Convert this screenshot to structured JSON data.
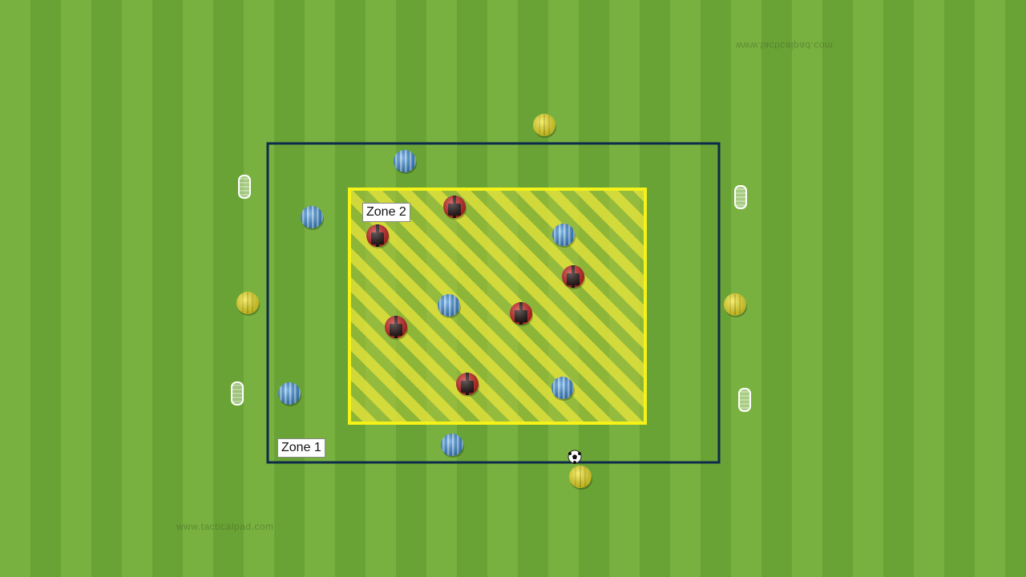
{
  "zones": {
    "zone1_label": "Zone 1",
    "zone2_label": "Zone 2"
  },
  "watermarks": {
    "top_right": "www.tacticalpad.com",
    "bottom_left": "www.tacticalpad.com"
  },
  "colors": {
    "zone1_border": "#0d2a4a",
    "zone2_border": "#f5f21a",
    "zone2_hatch": "#e8e43a",
    "team_blue": "#3a8bd6",
    "team_red": "#c9221e",
    "team_yellow": "#f3e726",
    "goal": "#ffffff"
  },
  "players": [
    {
      "team": "blue",
      "icon": "blue-striped-player-icon"
    },
    {
      "team": "blue",
      "icon": "blue-striped-player-icon"
    },
    {
      "team": "blue",
      "icon": "blue-striped-player-icon"
    },
    {
      "team": "blue",
      "icon": "blue-striped-player-icon"
    },
    {
      "team": "blue",
      "icon": "blue-striped-player-icon"
    },
    {
      "team": "blue",
      "icon": "blue-striped-player-icon"
    },
    {
      "team": "blue",
      "icon": "blue-striped-player-icon"
    },
    {
      "team": "red",
      "icon": "red-black-player-icon"
    },
    {
      "team": "red",
      "icon": "red-black-player-icon"
    },
    {
      "team": "red",
      "icon": "red-black-player-icon"
    },
    {
      "team": "red",
      "icon": "red-black-player-icon"
    },
    {
      "team": "red",
      "icon": "red-black-player-icon"
    },
    {
      "team": "red",
      "icon": "red-black-player-icon"
    },
    {
      "team": "yellow",
      "icon": "yellow-neutral-player-icon"
    },
    {
      "team": "yellow",
      "icon": "yellow-neutral-player-icon"
    },
    {
      "team": "yellow",
      "icon": "yellow-neutral-player-icon"
    },
    {
      "team": "yellow",
      "icon": "yellow-neutral-player-icon"
    }
  ],
  "goals": [
    "mini-goal-icon",
    "mini-goal-icon",
    "mini-goal-icon",
    "mini-goal-icon"
  ],
  "ball": "soccer-ball-icon"
}
